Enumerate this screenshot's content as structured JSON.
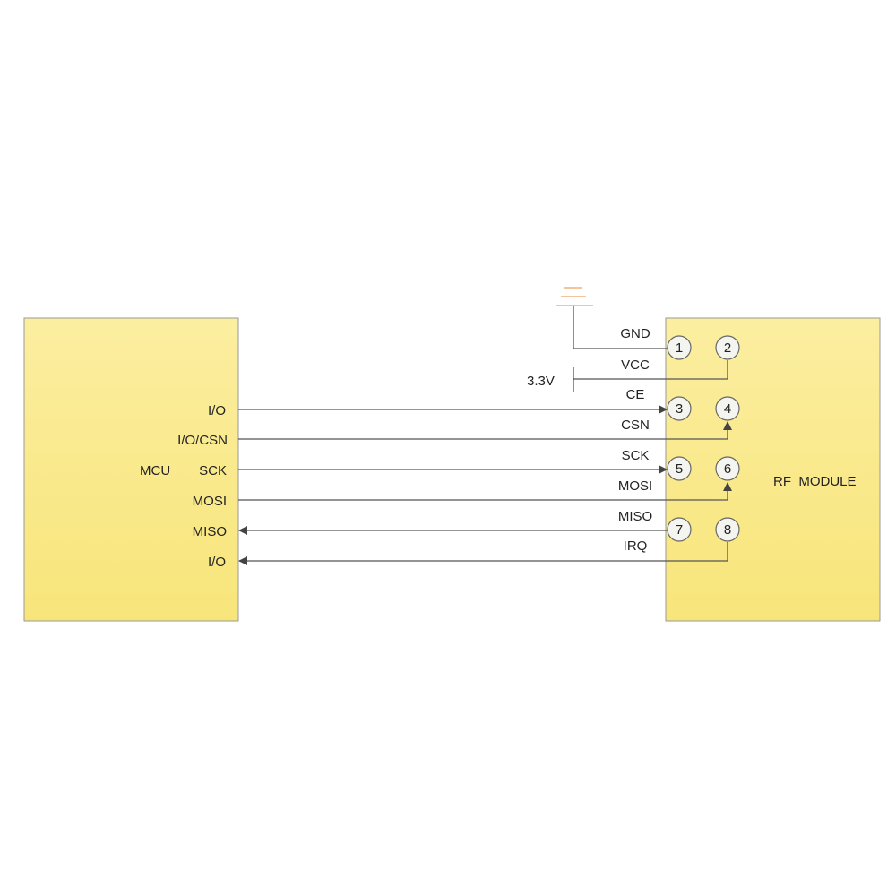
{
  "mcu": {
    "label": "MCU",
    "pins": [
      "I/O",
      "I/O/CSN",
      "SCK",
      "MOSI",
      "MISO",
      "I/O"
    ]
  },
  "rf": {
    "label": "RF  MODULE",
    "signals": [
      "GND",
      "VCC",
      "CE",
      "CSN",
      "SCK",
      "MOSI",
      "MISO",
      "IRQ"
    ],
    "pin_numbers": [
      "1",
      "2",
      "3",
      "4",
      "5",
      "6",
      "7",
      "8"
    ]
  },
  "supply": {
    "voltage": "3.3V"
  },
  "colors": {
    "box_top": "#fbeea0",
    "box_bottom": "#f8e57a",
    "wire": "#555555",
    "ground": "#f0b27a"
  }
}
